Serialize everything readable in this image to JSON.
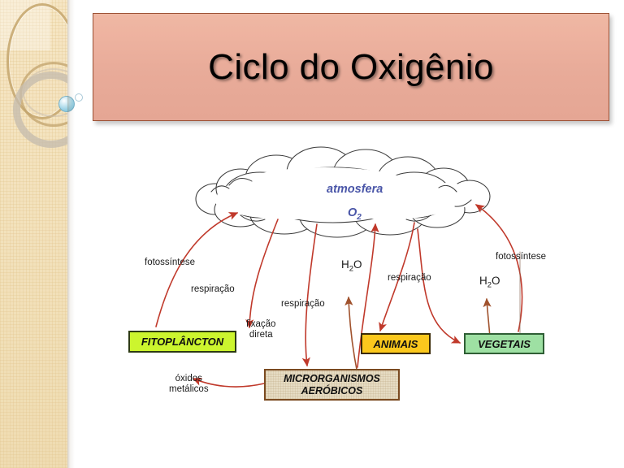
{
  "slide": {
    "title": "Ciclo do Oxigênio",
    "background_color": "#ffffff",
    "title_bg_color": "#eab3a0",
    "title_border_color": "#9c5236",
    "sidebar_color": "#f3e2bd"
  },
  "sidebar": {
    "decorations": [
      {
        "name": "gold-ring",
        "color": "#c9ab74"
      },
      {
        "name": "grey-ring",
        "color": "#c5bcae"
      },
      {
        "name": "blue-sphere",
        "color": "#9ed3e6"
      },
      {
        "name": "small-circle",
        "color": "#a9c9d8"
      }
    ]
  },
  "diagram": {
    "type": "cycle-diagram",
    "title": "Ciclo do Oxigênio",
    "cloud": {
      "label_main": "atmosfera",
      "label_formula": "O",
      "label_formula_sub": "2",
      "text_color": "#4a56a8"
    },
    "boxes": [
      {
        "id": "fitoplancton",
        "label": "FITOPLÂNCTON",
        "fill": "#ccf52e",
        "border": "#2d3b12"
      },
      {
        "id": "microrganismos",
        "label_line1": "MICRORGANISMOS",
        "label_line2": "AERÓBICOS",
        "fill": "#e6dcc4",
        "border": "#7a4a20"
      },
      {
        "id": "animais",
        "label": "ANIMAIS",
        "fill": "#fbc81d",
        "border": "#3a2a06"
      },
      {
        "id": "vegetais",
        "label": "VEGETAIS",
        "fill": "#9ee0a3",
        "border": "#2f5e35"
      }
    ],
    "labels": [
      {
        "id": "fotossintese-left",
        "text": "fotossíntese"
      },
      {
        "id": "respiracao-left",
        "text": "respiração"
      },
      {
        "id": "fixacao-direta",
        "text_line1": "fixação",
        "text_line2": "direta"
      },
      {
        "id": "respiracao-mid",
        "text": "respiração"
      },
      {
        "id": "respiracao-right",
        "text": "respiração"
      },
      {
        "id": "fotossintese-right",
        "text": "fotossíntese"
      },
      {
        "id": "oxidos-metalicos",
        "text_line1": "óxidos",
        "text_line2": "metálicos"
      },
      {
        "id": "h2o-mid",
        "text": "H",
        "sub": "2",
        "text_end": "O"
      },
      {
        "id": "h2o-right",
        "text": "H",
        "sub": "2",
        "text_end": "O"
      }
    ],
    "arrow_color_red": "#c0392b",
    "arrow_color_brown": "#a0522d"
  }
}
